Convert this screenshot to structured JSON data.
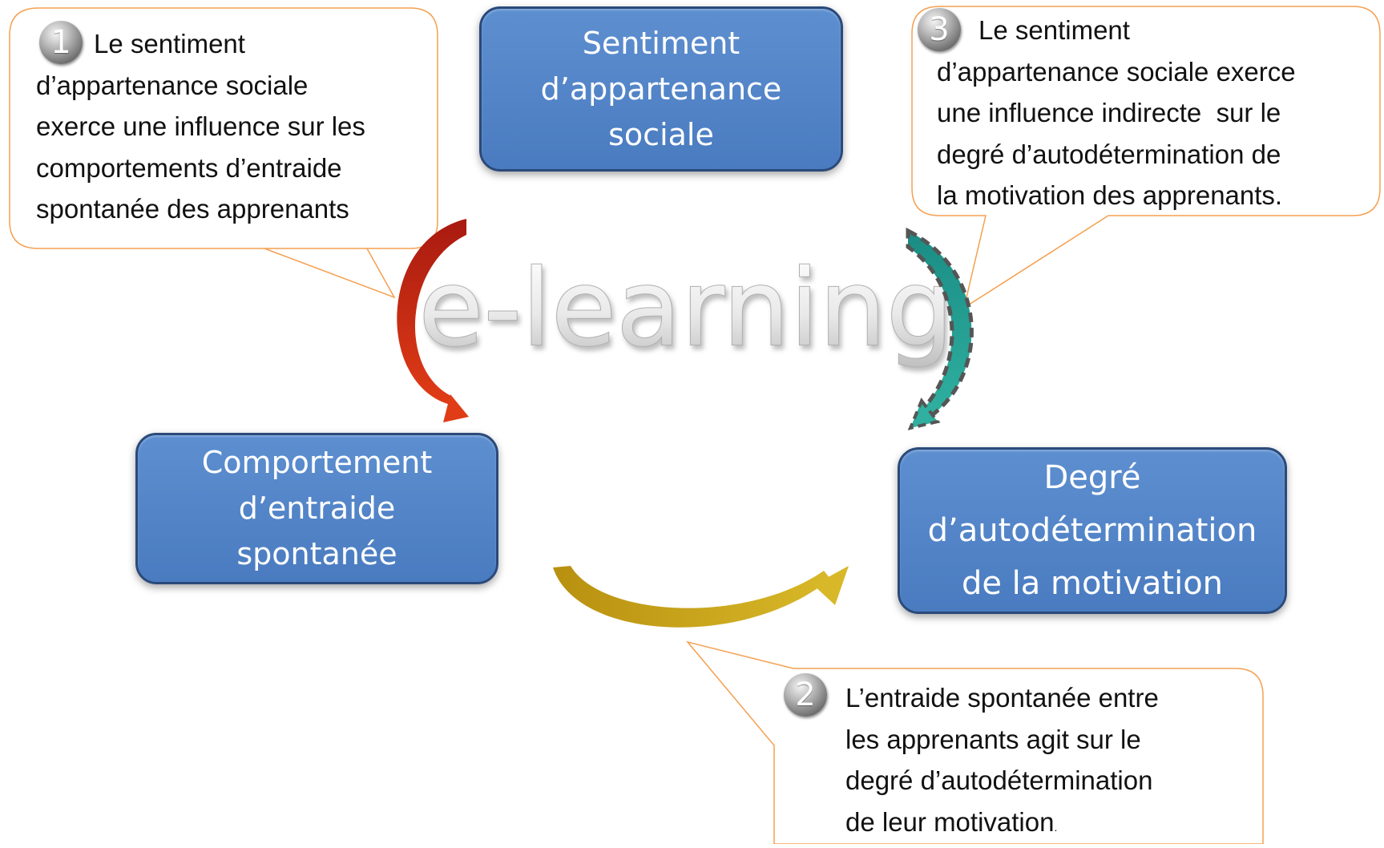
{
  "boxes": {
    "sentiment": [
      "Sentiment",
      "d’appartenance",
      "sociale"
    ],
    "comportement": [
      "Comportement",
      "d’entraide",
      "spontanée"
    ],
    "degre": [
      "Degré",
      "d’autodétermination",
      "de la motivation"
    ]
  },
  "center_label": "e-learning",
  "callouts": {
    "c1": {
      "number": "1",
      "lines": [
        "Le sentiment",
        "d’appartenance sociale",
        "exerce une influence sur les",
        "comportements d’entraide",
        "spontanée des apprenants"
      ]
    },
    "c2": {
      "number": "2",
      "lines": [
        "L’entraide spontanée entre",
        "les apprenants agit sur le",
        "degré d’autodétermination",
        "de leur motivation"
      ],
      "trailing_mark": "."
    },
    "c3": {
      "number": "3",
      "lines": [
        "Le sentiment",
        "d’appartenance sociale exerce",
        "une influence indirecte  sur le",
        "degré d’autodétermination de",
        "la motivation des apprenants."
      ]
    }
  },
  "colors": {
    "box_fill": "#5588cc",
    "box_border": "#2a4a7a",
    "callout_border": "#f5a050",
    "arrow_1": "#cc3a1a",
    "arrow_2": "#c8a818",
    "arrow_3": "#2aa090",
    "arrow_3_dash": "#555555"
  },
  "icons": [
    "number-badge-icon",
    "curved-arrow-icon"
  ]
}
